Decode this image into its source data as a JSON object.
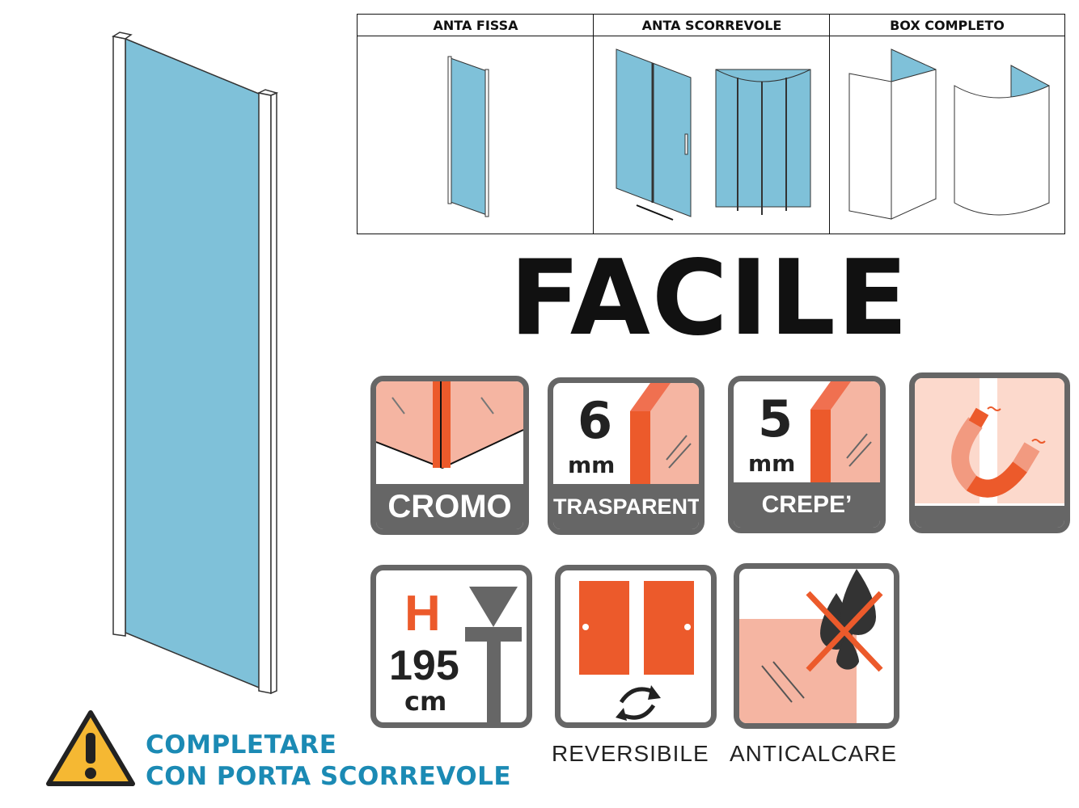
{
  "table": {
    "headers": [
      "ANTA FISSA",
      "ANTA SCORREVOLE",
      "BOX COMPLETO"
    ]
  },
  "title": "FACILE",
  "features": {
    "cromo": "CROMO",
    "glass6": {
      "value": "6",
      "unit": "mm",
      "label": "TRASPARENTE"
    },
    "glass5": {
      "value": "5",
      "unit": "mm",
      "label": "CREPE’"
    },
    "height": {
      "letter": "H",
      "value": "195",
      "unit": "cm"
    },
    "reversibile": "REVERSIBILE",
    "anticalcare": "ANTICALCARE"
  },
  "warning": {
    "line1": "COMPLETARE",
    "line2": "CON PORTA SCORREVOLE"
  },
  "colors": {
    "glass": "#7fc1d9",
    "orange": "#ec5a2b",
    "salmon": "#f5b5a2",
    "gray": "#666666",
    "blue_text": "#1b8ab4",
    "warning": "#f5b833"
  }
}
